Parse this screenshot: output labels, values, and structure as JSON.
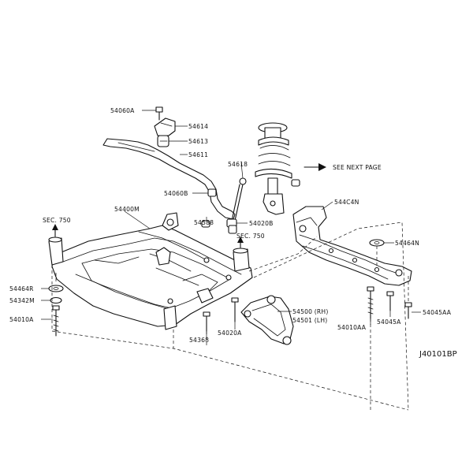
{
  "labels": {
    "p54060A": "54060A",
    "p54614": "54614",
    "p54613": "54613",
    "p54611": "54611",
    "p54618": "54618",
    "p54060B": "54060B",
    "p54400M": "54400M",
    "p54588": "54588",
    "p54020B": "54020B",
    "sec750_left": "SEC. 750",
    "sec750_right": "SEC. 750",
    "see_next_page": "SEE NEXT PAGE",
    "p544C4N": "544C4N",
    "p54464N": "54464N",
    "p54464R": "54464R",
    "p54342M": "54342M",
    "p54010A": "54010A",
    "p54500": "54500 (RH)",
    "p54501": "54501 (LH)",
    "p54020A": "54020A",
    "p54368": "54368",
    "p54010AA": "54010AA",
    "p54045A": "54045A",
    "p54045AA": "54045AA"
  },
  "diagram_code": "J40101BP"
}
